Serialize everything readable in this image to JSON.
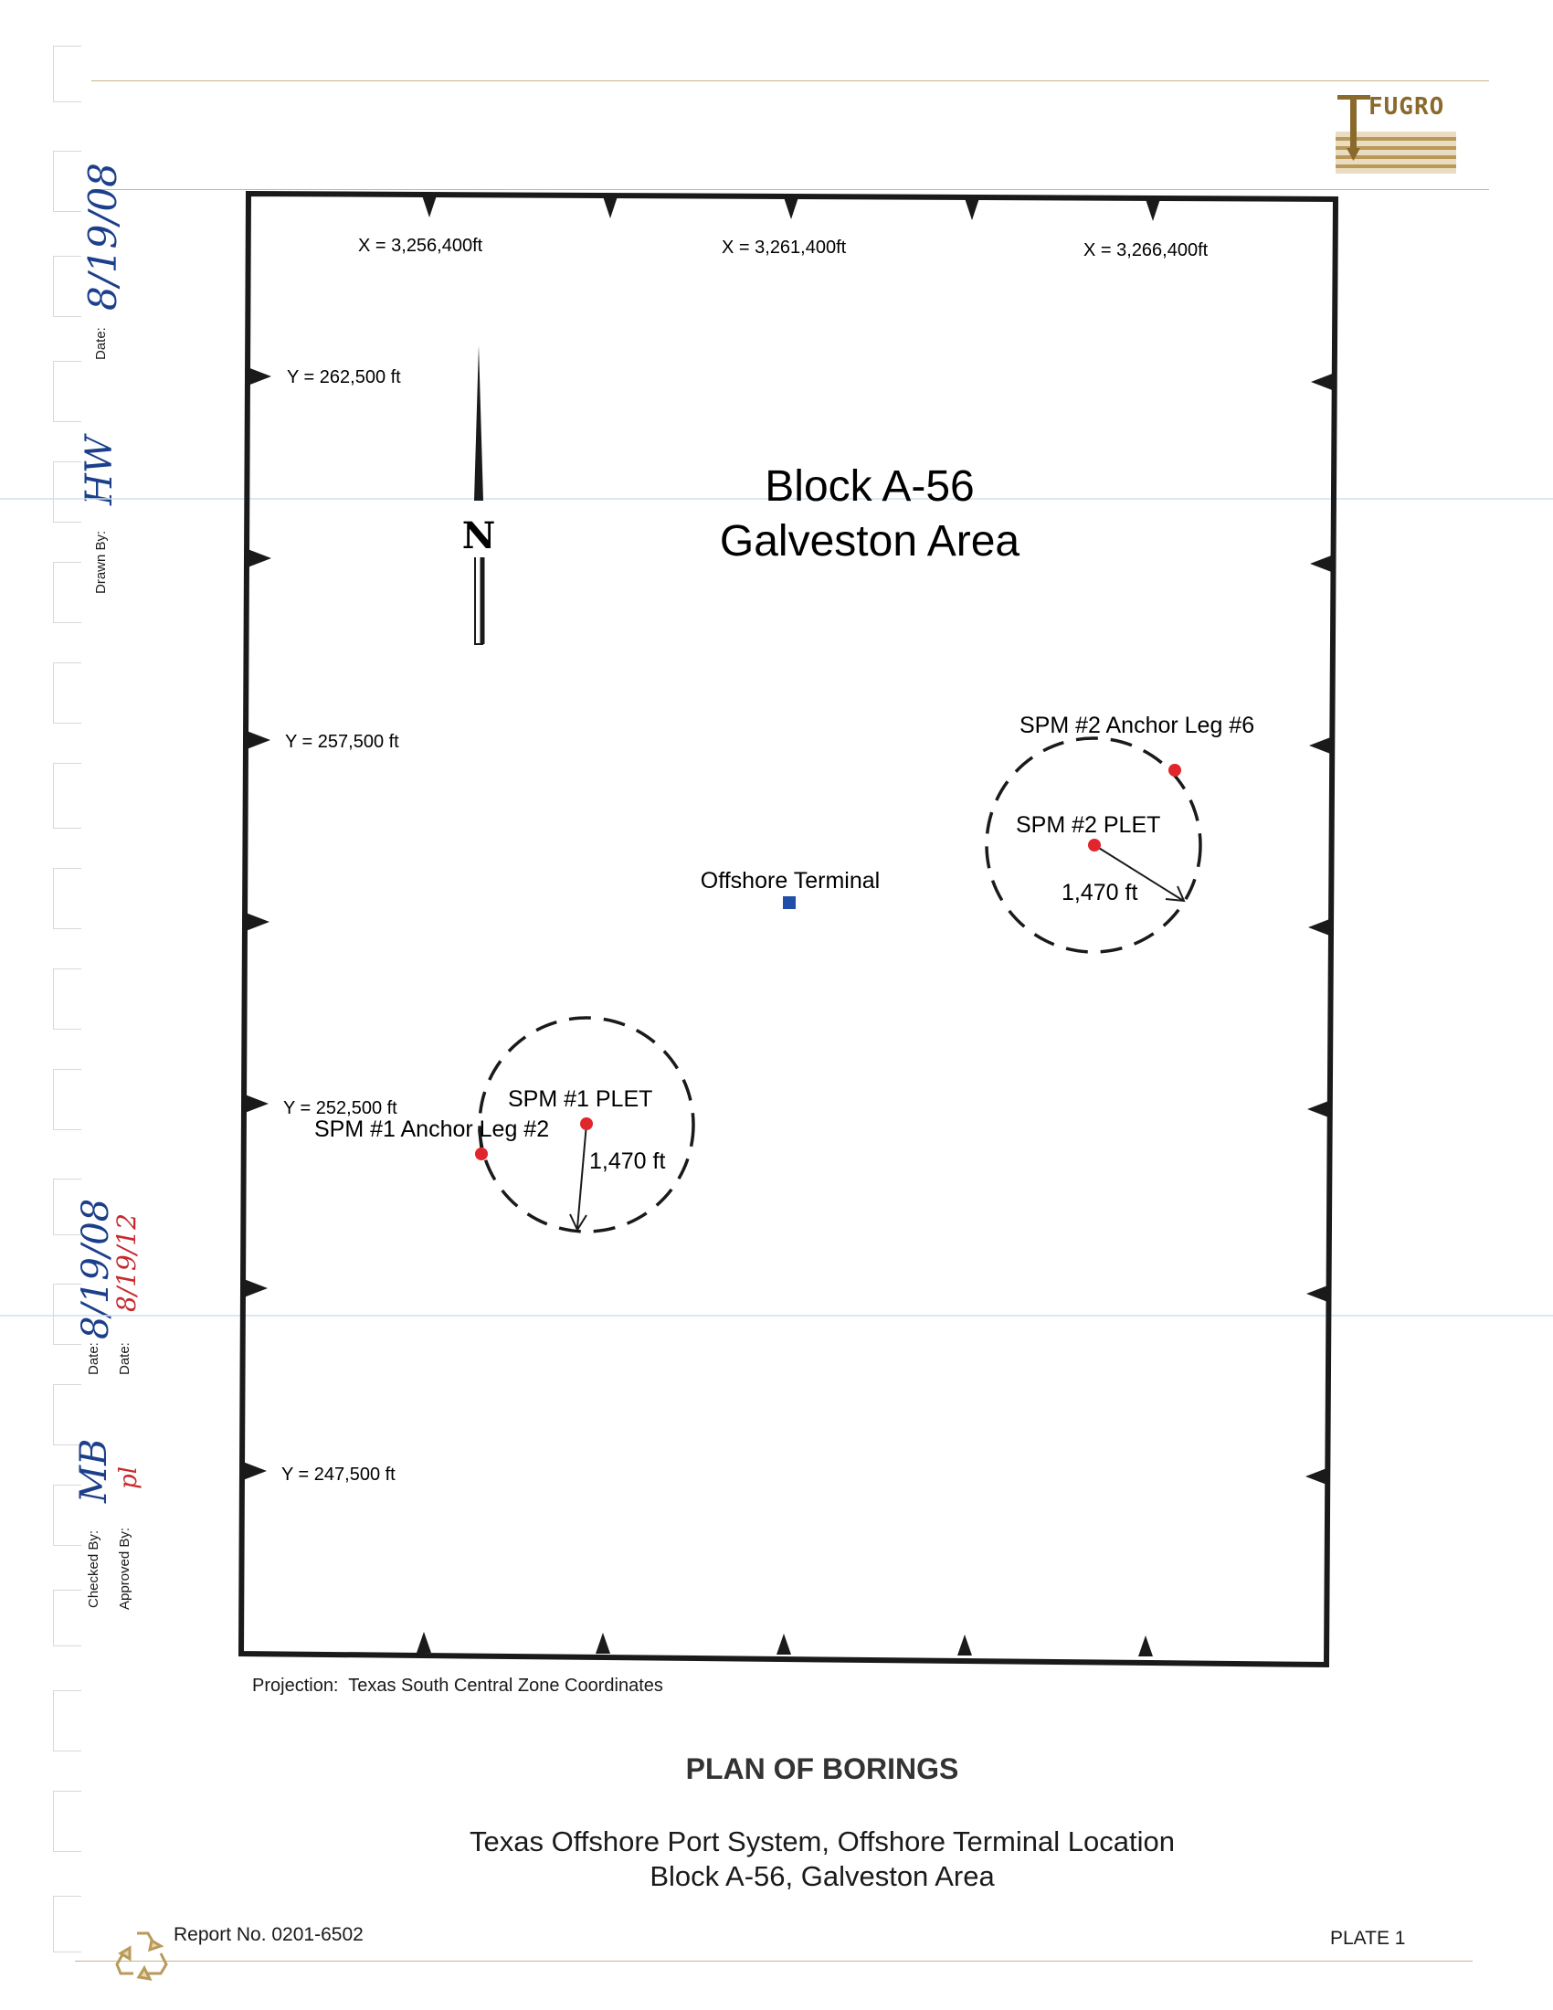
{
  "logo": {
    "text": "FUGRO",
    "color": "#a07e3c"
  },
  "sidebar": {
    "date_label": "Date:",
    "date_value": "8/19/08",
    "drawn_label": "Drawn By:",
    "drawn_value": "HW",
    "date2_label": "Date:",
    "date2_value": "8/19/08",
    "date3_label": "Date:",
    "date3_value": "8/19/12",
    "checked_label": "Checked By:",
    "checked_value": "MB",
    "approved_label": "Approved By:",
    "approved_value": "pl"
  },
  "map": {
    "x_labels": [
      "X = 3,256,400ft",
      "X = 3,261,400ft",
      "X = 3,266,400ft"
    ],
    "y_labels": [
      "Y = 262,500 ft",
      "Y = 257,500 ft",
      "Y = 252,500 ft",
      "Y = 247,500 ft"
    ],
    "north": "N",
    "title_line1": "Block A-56",
    "title_line2": "Galveston Area",
    "terminal": "Offshore Terminal",
    "spm2_anchor": "SPM #2 Anchor Leg #6",
    "spm2_plet": "SPM #2 PLET",
    "spm2_radius": "1,470 ft",
    "spm1_plet": "SPM #1 PLET",
    "spm1_anchor": "SPM #1 Anchor Leg #2",
    "spm1_radius": "1,470 ft",
    "terminal_color": "#1f4fa8",
    "point_color": "#e0262b"
  },
  "projection": "Projection:  Texas South Central Zone Coordinates",
  "plan_title": "PLAN OF BORINGS",
  "subtitle_line1": "Texas Offshore Port System, Offshore Terminal Location",
  "subtitle_line2": "Block A-56, Galveston Area",
  "report_no": "Report No. 0201-6502",
  "plate": "PLATE 1"
}
